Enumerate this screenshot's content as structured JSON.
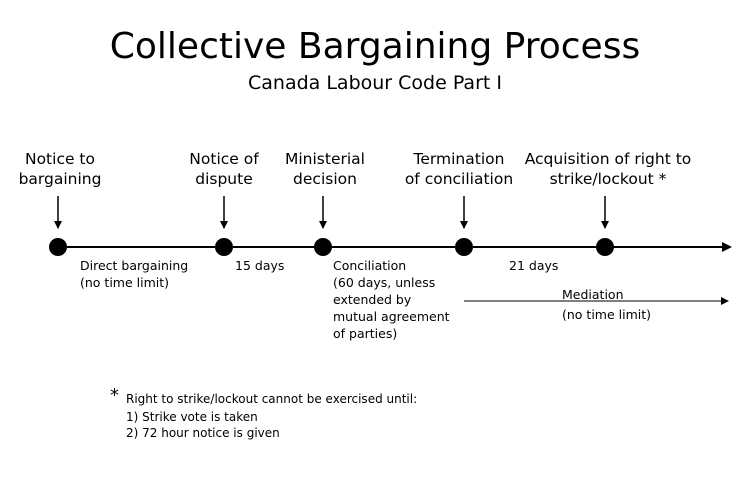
{
  "header": {
    "title": "Collective Bargaining Process",
    "subtitle": "Canada Labour Code Part I"
  },
  "events": [
    {
      "id": "notice-to-bargaining",
      "lines": [
        "Notice to",
        "bargaining"
      ]
    },
    {
      "id": "notice-of-dispute",
      "lines": [
        "Notice of",
        "dispute"
      ]
    },
    {
      "id": "ministerial-decision",
      "lines": [
        "Ministerial",
        "decision"
      ]
    },
    {
      "id": "termination-of-conciliation",
      "lines": [
        "Termination",
        "of conciliation"
      ]
    },
    {
      "id": "acquisition-of-right",
      "lines": [
        "Acquisition of right to",
        "strike/lockout *"
      ]
    }
  ],
  "periods": {
    "direct_bargaining": [
      "Direct bargaining",
      "(no time limit)"
    ],
    "fifteen_days": "15 days",
    "conciliation": [
      "Conciliation",
      "(60 days, unless",
      "extended by",
      "mutual agreement",
      "of parties)"
    ],
    "twenty_one_days": "21 days",
    "mediation": "Mediation",
    "mediation_limit": "(no time limit)"
  },
  "footnote": {
    "marker": "*",
    "heading": "Right to strike/lockout cannot be exercised until:",
    "items": [
      "1) Strike vote is taken",
      "2) 72 hour notice is given"
    ]
  }
}
